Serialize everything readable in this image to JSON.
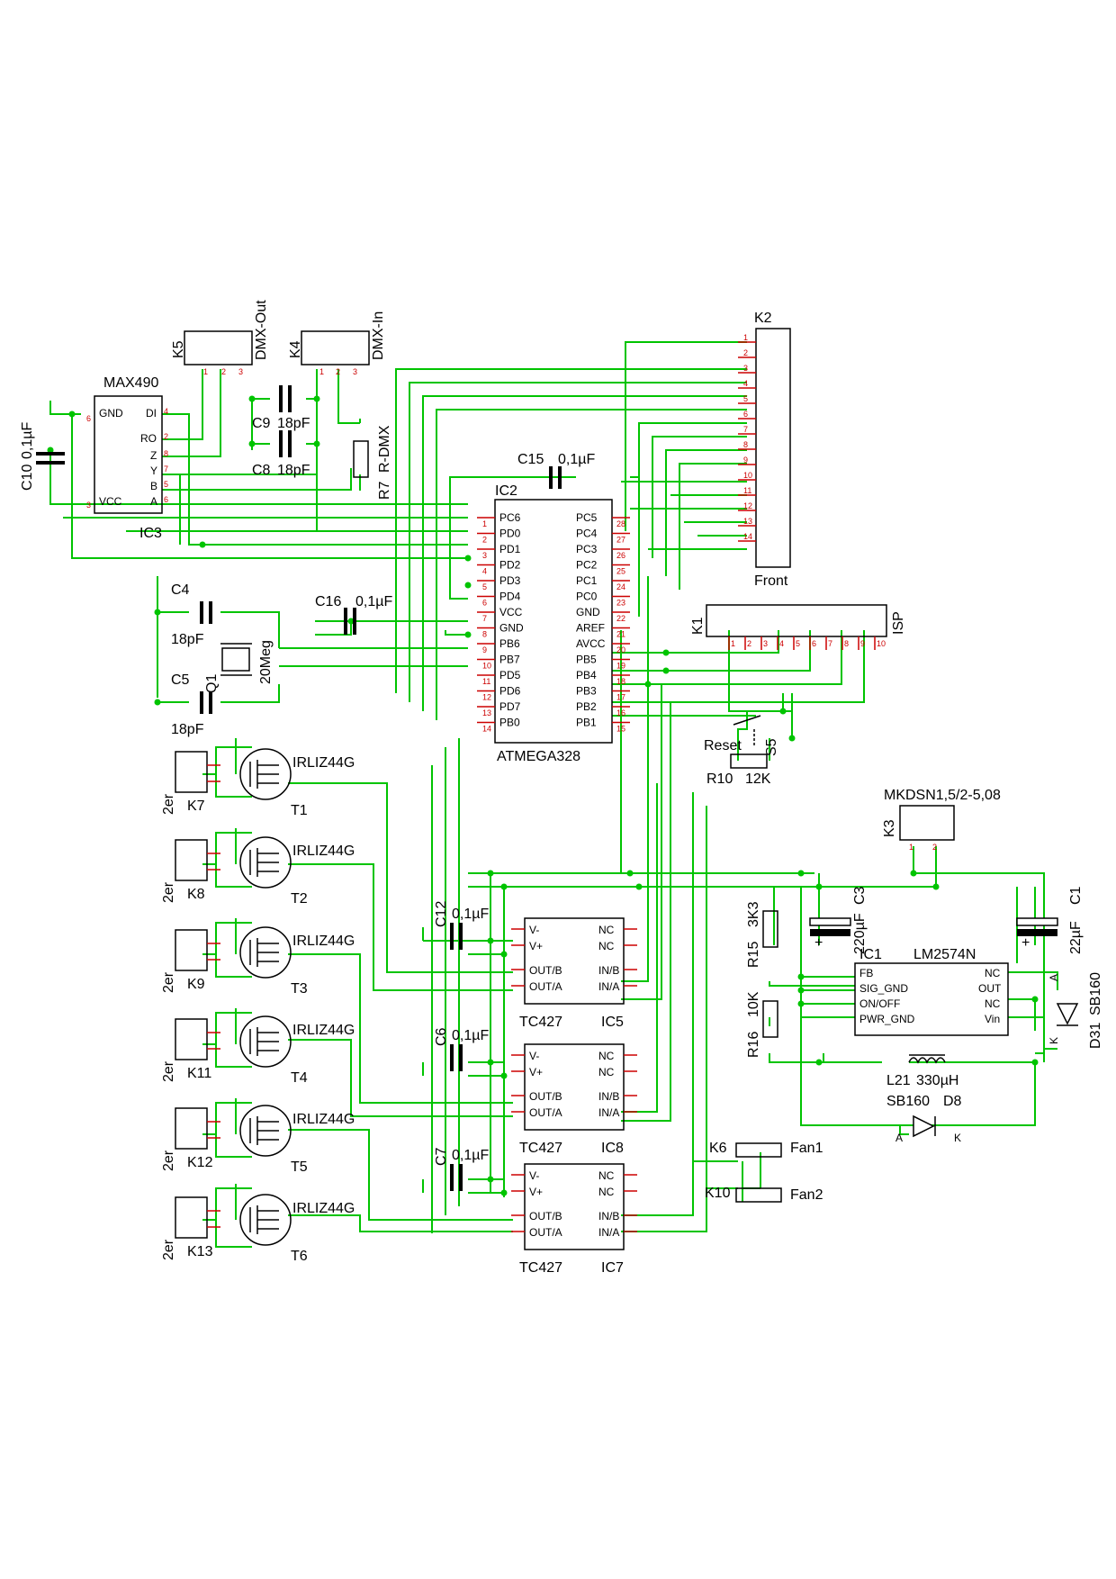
{
  "components": {
    "ic3": {
      "ref": "IC3",
      "value": "MAX490",
      "pins_left": [
        "GND",
        "VCC"
      ],
      "pins_right": [
        "DI",
        "RO",
        "Z",
        "Y",
        "B",
        "A"
      ]
    },
    "ic2": {
      "ref": "IC2",
      "value": "ATMEGA328",
      "pins_left": [
        "PC6",
        "PD0",
        "PD1",
        "PD2",
        "PD3",
        "PD4",
        "VCC",
        "GND",
        "PB6",
        "PB7",
        "PD5",
        "PD6",
        "PD7",
        "PB0"
      ],
      "pins_right": [
        "PC5",
        "PC4",
        "PC3",
        "PC2",
        "PC1",
        "PC0",
        "GND",
        "AREF",
        "AVCC",
        "PB5",
        "PB4",
        "PB3",
        "PB2",
        "PB1"
      ]
    },
    "k5": {
      "ref": "K5",
      "value": "DMX-Out"
    },
    "k4": {
      "ref": "K4",
      "value": "DMX-In"
    },
    "k2": {
      "ref": "K2",
      "value": "Front"
    },
    "k1": {
      "ref": "K1",
      "value": "ISP"
    },
    "k3": {
      "ref": "K3",
      "value": "MKDSN1,5/2-5,08"
    },
    "c10": {
      "ref": "C10",
      "value": "0,1µF"
    },
    "c9": {
      "ref": "C9",
      "value": "18pF"
    },
    "c8": {
      "ref": "C8",
      "value": "18pF"
    },
    "r7": {
      "ref": "R7",
      "value": "R-DMX"
    },
    "c15": {
      "ref": "C15",
      "value": "0,1µF"
    },
    "c16": {
      "ref": "C16",
      "value": "0,1µF"
    },
    "c4": {
      "ref": "C4",
      "value": "18pF"
    },
    "c5": {
      "ref": "C5",
      "value": "18pF"
    },
    "q1": {
      "ref": "Q1",
      "value": "20Meg"
    },
    "s5": {
      "ref": "S5",
      "value": "Reset"
    },
    "r10": {
      "ref": "R10",
      "value": "12K"
    },
    "c12": {
      "ref": "C12",
      "value": "0,1µF"
    },
    "c6": {
      "ref": "C6",
      "value": "0,1µF"
    },
    "c7": {
      "ref": "C7",
      "value": "0,1µF"
    },
    "tc427": {
      "pins_left": [
        "V-",
        "V+",
        "OUT/B",
        "OUT/A"
      ],
      "pins_right": [
        "NC",
        "NC",
        "IN/B",
        "IN/A"
      ],
      "value": "TC427"
    },
    "ic5": {
      "ref": "IC5"
    },
    "ic8": {
      "ref": "IC8"
    },
    "ic7": {
      "ref": "IC7"
    },
    "ic1": {
      "ref": "IC1",
      "value": "LM2574N",
      "pins_left": [
        "FB",
        "SIG_GND",
        "ON/OFF",
        "PWR_GND"
      ],
      "pins_right": [
        "NC",
        "OUT",
        "NC",
        "Vin"
      ]
    },
    "r15": {
      "ref": "R15",
      "value": "3K3"
    },
    "r16": {
      "ref": "R16",
      "value": "10K"
    },
    "c3": {
      "ref": "C3",
      "value": "220µF"
    },
    "c1": {
      "ref": "C1",
      "value": "22µF"
    },
    "l21": {
      "ref": "L21",
      "value": "330µH"
    },
    "d8": {
      "ref": "D8",
      "value": "SB160",
      "a": "A",
      "k": "K"
    },
    "d31": {
      "ref": "D31",
      "value": "SB160",
      "a": "A",
      "k": "K"
    },
    "k6": {
      "ref": "K6",
      "value": "Fan1"
    },
    "k10": {
      "ref": "K10",
      "value": "Fan2"
    },
    "mosfets": [
      {
        "conn": "K7",
        "t": "T1",
        "value": "IRLIZ44G",
        "conn_value": "2er"
      },
      {
        "conn": "K8",
        "t": "T2",
        "value": "IRLIZ44G",
        "conn_value": "2er"
      },
      {
        "conn": "K9",
        "t": "T3",
        "value": "IRLIZ44G",
        "conn_value": "2er"
      },
      {
        "conn": "K11",
        "t": "T4",
        "value": "IRLIZ44G",
        "conn_value": "2er"
      },
      {
        "conn": "K12",
        "t": "T5",
        "value": "IRLIZ44G",
        "conn_value": "2er"
      },
      {
        "conn": "K13",
        "t": "T6",
        "value": "IRLIZ44G",
        "conn_value": "2er"
      }
    ]
  },
  "colors": {
    "wire": "#00c400",
    "pin": "#c00000",
    "outline": "#000000"
  }
}
